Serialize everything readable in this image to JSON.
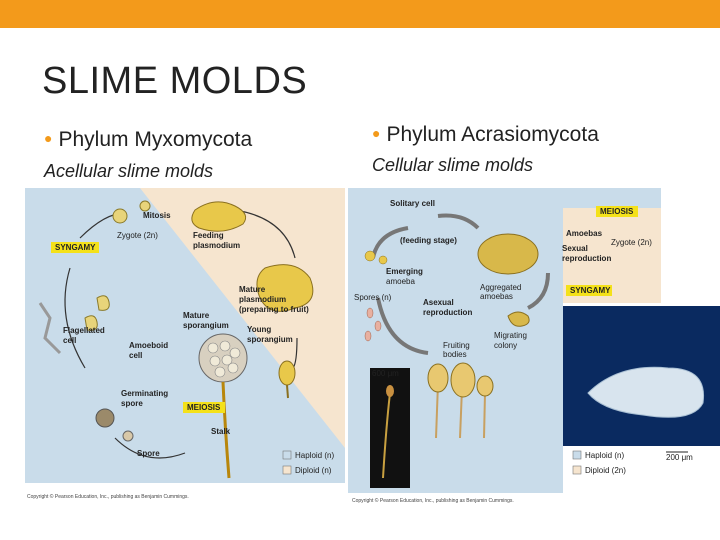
{
  "slide": {
    "title": "SLIME MOLDS",
    "left_bullet": "Phylum Myxomycota",
    "left_sub": "Acellular slime molds",
    "right_bullet": "Phylum Acrasiomycota",
    "right_sub": "Cellular slime molds"
  },
  "myxo": {
    "mitosis": "Mitosis",
    "zygote": "Zygote (2n)",
    "feeding": "Feeding",
    "plasmodium": "plasmodium",
    "syngamy": "SYNGAMY",
    "mature_p1": "Mature",
    "mature_p2": "plasmodium",
    "mature_p3": "(preparing to fruit)",
    "flagellated1": "Flagellated",
    "flagellated2": "cell",
    "amoeboid1": "Amoeboid",
    "amoeboid2": "cell",
    "mature_s1": "Mature",
    "mature_s2": "sporangium",
    "young_s1": "Young",
    "young_s2": "sporangium",
    "germ1": "Germinating",
    "germ2": "spore",
    "meiosis": "MEIOSIS",
    "stalk": "Stalk",
    "spore": "Spore",
    "haploid": "Haploid (n)",
    "diploid": "Diploid (n)",
    "copyright": "Copyright © Pearson Education, Inc., publishing as Benjamin Cummings."
  },
  "acras": {
    "solitary": "Solitary cell",
    "meiosis": "MEIOSIS",
    "feeding": "(feeding stage)",
    "amoebas": "Amoebas",
    "zygote": "Zygote (2n)",
    "sexual1": "Sexual",
    "sexual2": "reproduction",
    "emerging1": "Emerging",
    "emerging2": "amoeba",
    "aggregated1": "Aggregated",
    "aggregated2": "amoebas",
    "syngamy": "SYNGAMY",
    "spores": "Spores (n)",
    "asexual1": "Asexual",
    "asexual2": "reproduction",
    "migrating1": "Migrating",
    "migrating2": "colony",
    "fruiting1": "Fruiting",
    "fruiting2": "bodies",
    "scale600": "600 μm",
    "haploid": "Haploid (n)",
    "diploid": "Diploid (2n)",
    "scale200": "200 μm",
    "copyright": "Copyright © Pearson Education, Inc., publishing as Benjamin Cummings."
  },
  "colors": {
    "accent": "#f39a1b",
    "haploid_fill": "#c9dcea",
    "diploid_fill": "#f6e5cf",
    "label_yellow": "#f4e11a"
  }
}
